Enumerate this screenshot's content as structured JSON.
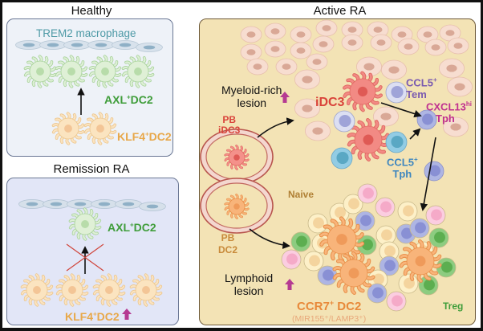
{
  "panels": {
    "healthy": {
      "title": "Healthy",
      "macrophage_label": "TREM2 macrophage",
      "axl_label": "AXL",
      "axl_sup": "+",
      "axl_suffix": "DC2",
      "klf4_label": "KLF4",
      "klf4_sup": "+",
      "klf4_suffix": "DC2"
    },
    "remission": {
      "title": "Remission RA",
      "axl_label": "AXL",
      "axl_sup": "+",
      "axl_suffix": "DC2",
      "klf4_label": "KLF4",
      "klf4_sup": "+",
      "klf4_suffix": "DC2"
    },
    "active": {
      "title": "Active RA",
      "myeloid_line1": "Myeloid-rich",
      "myeloid_line2": "lesion",
      "lymphoid_line1": "Lymphoid",
      "lymphoid_line2": "lesion",
      "pb_idc3_line1": "PB",
      "pb_idc3_line2": "iDC3",
      "pb_dc2_line1": "PB",
      "pb_dc2_line2": "DC2",
      "idc3": "iDC3",
      "ccl5_tem_line1": "CCL5",
      "ccl5_tem_sup": "+",
      "ccl5_tem_line2": "Tem",
      "cxcl13_line1": "CXCL13",
      "cxcl13_sup": "hi",
      "cxcl13_line2": "Tph",
      "ccl5_tph_line1": "CCL5",
      "ccl5_tph_sup": "+",
      "ccl5_tph_line2": "Tph",
      "naive": "Naive",
      "treg": "Treg",
      "ccr7_label": "CCR7",
      "ccr7_sup": "+",
      "ccr7_suffix": " DC2",
      "ccr7_sub": "(MIR155⁺/LAMP3⁺)"
    }
  },
  "colors": {
    "healthy_bg": "#eef2f8",
    "remission_bg": "#e2e6f7",
    "active_bg": "#f3e3b5",
    "green_label": "#3f9d3a",
    "orange_label": "#e8a84a",
    "teal_label": "#4e9aa6",
    "red_label": "#d9433a",
    "purple_label": "#7a5ab0",
    "magenta_label": "#c0308f",
    "blue_label": "#3e86bf",
    "brown_label": "#b08035",
    "ccr7_label": "#e8893a",
    "arrow_up": "#b53a92"
  }
}
